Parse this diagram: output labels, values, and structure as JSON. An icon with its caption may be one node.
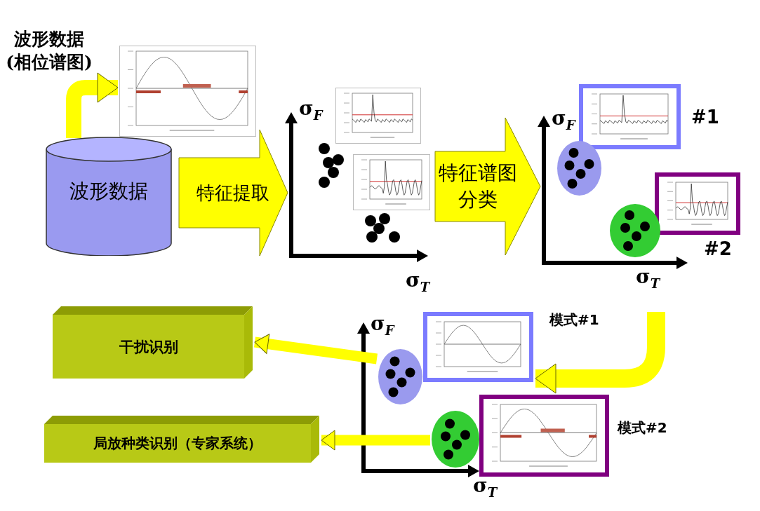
{
  "diagram": {
    "nodes": [
      {
        "text": [],
        "shape": "picture",
        "beside": [
          "波形数据(相位谱图)"
        ]
      },
      {
        "text": [
          "波形数据"
        ]
      },
      {
        "text": [],
        "shape": "picture"
      },
      {
        "text": [],
        "shape": "picture"
      },
      {
        "text": [],
        "shape": "picture",
        "beside": [
          "#1"
        ]
      },
      {
        "text": [],
        "shape": "circle"
      },
      {
        "text": [],
        "shape": "picture",
        "beside": [
          "#2"
        ]
      },
      {
        "text": [],
        "shape": "circle"
      },
      {
        "text": [
          "干扰识别"
        ]
      },
      {
        "text": [],
        "shape": "picture",
        "beside": [
          "模式#1"
        ]
      },
      {
        "text": [],
        "shape": "circle"
      },
      {
        "text": [],
        "shape": "circle"
      },
      {
        "text": [],
        "shape": "picture",
        "beside": [
          "模式#2"
        ]
      },
      {
        "text": [
          "局放种类识别（专家系统）"
        ]
      }
    ],
    "edges": [
      {
        "from": 1,
        "to": 0,
        "arrow": "to"
      },
      {
        "from": 1,
        "to": 2,
        "arrow": "to",
        "label": "特征提取"
      },
      {
        "from": 3,
        "to": 5,
        "arrow": "to",
        "label": "特征谱图分类"
      },
      {
        "from": null,
        "to": 9,
        "arrow": "to"
      },
      {
        "from": 10,
        "to": 8,
        "arrow": "to"
      },
      {
        "from": 11,
        "to": 13,
        "arrow": "to"
      }
    ],
    "labels": [
      "σ$_{F}$",
      "σ$_{T}$",
      "σ$_{F}$",
      "σ$_{T}$",
      "σ$_{F}$",
      "σ$_{T}$"
    ]
  }
}
